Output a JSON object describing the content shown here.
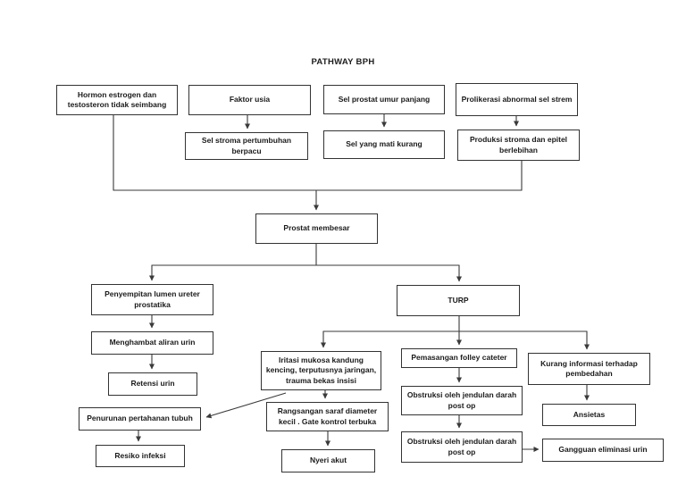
{
  "title": "PATHWAY BPH",
  "colors": {
    "background": "#ffffff",
    "box_border": "#333333",
    "text": "#1a1a1a",
    "connector": "#3a3a3a"
  },
  "nodes": {
    "hormon": {
      "text": "Hormon estrogen dan testosteron tidak seimbang"
    },
    "faktor": {
      "text": "Faktor usia"
    },
    "selprostat": {
      "text": "Sel prostat umur panjang"
    },
    "proliferasi": {
      "text": "Prolikerasi abnormal sel strem"
    },
    "selstroma": {
      "text": "Sel stroma pertumbuhan berpacu"
    },
    "selmati": {
      "text": "Sel yang mati kurang"
    },
    "produksi": {
      "text": "Produksi stroma dan epitel berlebihan"
    },
    "prostat": {
      "text": "Prostat membesar"
    },
    "penyempitan": {
      "text": "Penyempitan lumen ureter prostatika"
    },
    "menghambat": {
      "text": "Menghambat aliran urin"
    },
    "retensi": {
      "text": "Retensi urin"
    },
    "penurunan": {
      "text": "Penurunan pertahanan tubuh"
    },
    "resiko": {
      "text": "Resiko infeksi"
    },
    "iritasi": {
      "text": "Iritasi mukosa kandung kencing, terputusnya jaringan, trauma bekas insisi"
    },
    "rangsangan": {
      "text": "Rangsangan saraf diameter kecil . Gate kontrol terbuka"
    },
    "nyeri": {
      "text": "Nyeri akut"
    },
    "turp": {
      "text": "TURP"
    },
    "pemasangan": {
      "text": "Pemasangan folley cateter"
    },
    "obstruksi1": {
      "text": "Obstruksi oleh jendulan darah post op"
    },
    "obstruksi2": {
      "text": "Obstruksi oleh jendulan darah post op"
    },
    "kurang": {
      "text": "Kurang informasi terhadap pembedahan"
    },
    "ansietas": {
      "text": "Ansietas"
    },
    "gangguan": {
      "text": "Gangguan eliminasi urin"
    }
  },
  "edges": [
    {
      "from": "faktor",
      "to": "selstroma"
    },
    {
      "from": "selprostat",
      "to": "selmati"
    },
    {
      "from": "proliferasi",
      "to": "produksi"
    },
    {
      "from": "hormon",
      "to": "prostat"
    },
    {
      "from": "produksi",
      "to": "prostat"
    },
    {
      "from": "prostat",
      "to": "penyempitan"
    },
    {
      "from": "prostat",
      "to": "turp"
    },
    {
      "from": "penyempitan",
      "to": "menghambat"
    },
    {
      "from": "menghambat",
      "to": "retensi"
    },
    {
      "from": "turp",
      "to": "iritasi"
    },
    {
      "from": "turp",
      "to": "pemasangan"
    },
    {
      "from": "turp",
      "to": "kurang"
    },
    {
      "from": "iritasi",
      "to": "rangsangan"
    },
    {
      "from": "iritasi",
      "to": "penurunan"
    },
    {
      "from": "rangsangan",
      "to": "nyeri"
    },
    {
      "from": "penurunan",
      "to": "resiko"
    },
    {
      "from": "pemasangan",
      "to": "obstruksi1"
    },
    {
      "from": "obstruksi1",
      "to": "obstruksi2"
    },
    {
      "from": "obstruksi2",
      "to": "gangguan"
    },
    {
      "from": "kurang",
      "to": "ansietas"
    }
  ]
}
